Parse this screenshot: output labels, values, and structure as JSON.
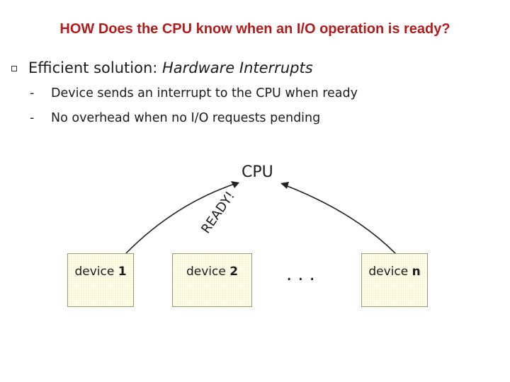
{
  "title": "HOW Does the CPU know when an I/O operation is ready?",
  "bullet": {
    "prefix": "Efficient solution: ",
    "emphasis": "Hardware Interrupts"
  },
  "subpoints": [
    "Device sends an interrupt to the CPU when ready",
    "No overhead when no I/O requests pending"
  ],
  "sub_marker": "-",
  "diagram": {
    "cpu_label": "CPU",
    "edge_label": "READY!",
    "ellipsis": "...",
    "devices": [
      {
        "name": "device ",
        "id": "1"
      },
      {
        "name": "device ",
        "id": "2"
      },
      {
        "name": "device ",
        "id": "n"
      }
    ]
  },
  "colors": {
    "title": "#b01c1c",
    "device_fill": "#fffde8",
    "text": "#1c1c1c"
  }
}
